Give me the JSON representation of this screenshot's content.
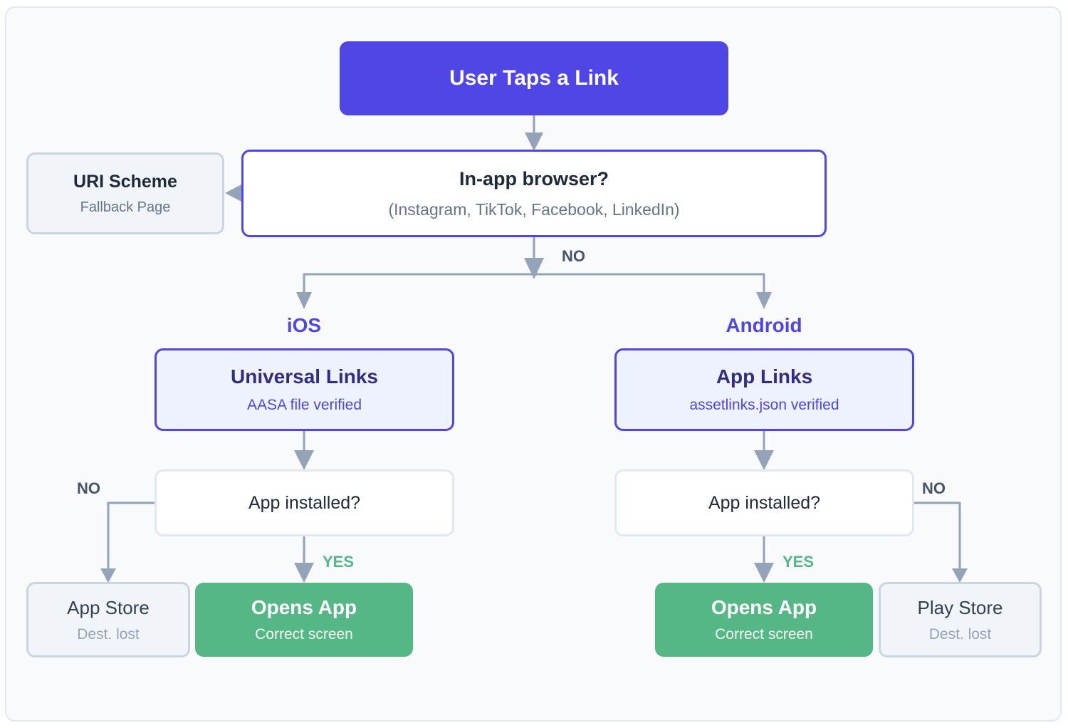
{
  "start": {
    "label": "User Taps a Link"
  },
  "in_app_decision": {
    "title": "In-app browser?",
    "subtitle": "(Instagram, TikTok, Facebook, LinkedIn)"
  },
  "fallback": {
    "title": "URI Scheme",
    "subtitle": "Fallback Page"
  },
  "branch_no_label": "NO",
  "ios": {
    "platform": "iOS",
    "link_box": {
      "title": "Universal Links",
      "subtitle": "AASA file verified"
    },
    "installed_question": "App installed?",
    "no_label": "NO",
    "yes_label": "YES",
    "store": {
      "title": "App Store",
      "subtitle": "Dest. lost"
    },
    "opens": {
      "title": "Opens App",
      "subtitle": "Correct screen"
    }
  },
  "android": {
    "platform": "Android",
    "link_box": {
      "title": "App Links",
      "subtitle": "assetlinks.json verified"
    },
    "installed_question": "App installed?",
    "no_label": "NO",
    "yes_label": "YES",
    "store": {
      "title": "Play Store",
      "subtitle": "Dest. lost"
    },
    "opens": {
      "title": "Opens App",
      "subtitle": "Correct screen"
    }
  },
  "colors": {
    "primary": "#4f46e5",
    "success": "#55b785",
    "connector": "#94a3b8",
    "muted_border": "#cbd5e1"
  }
}
